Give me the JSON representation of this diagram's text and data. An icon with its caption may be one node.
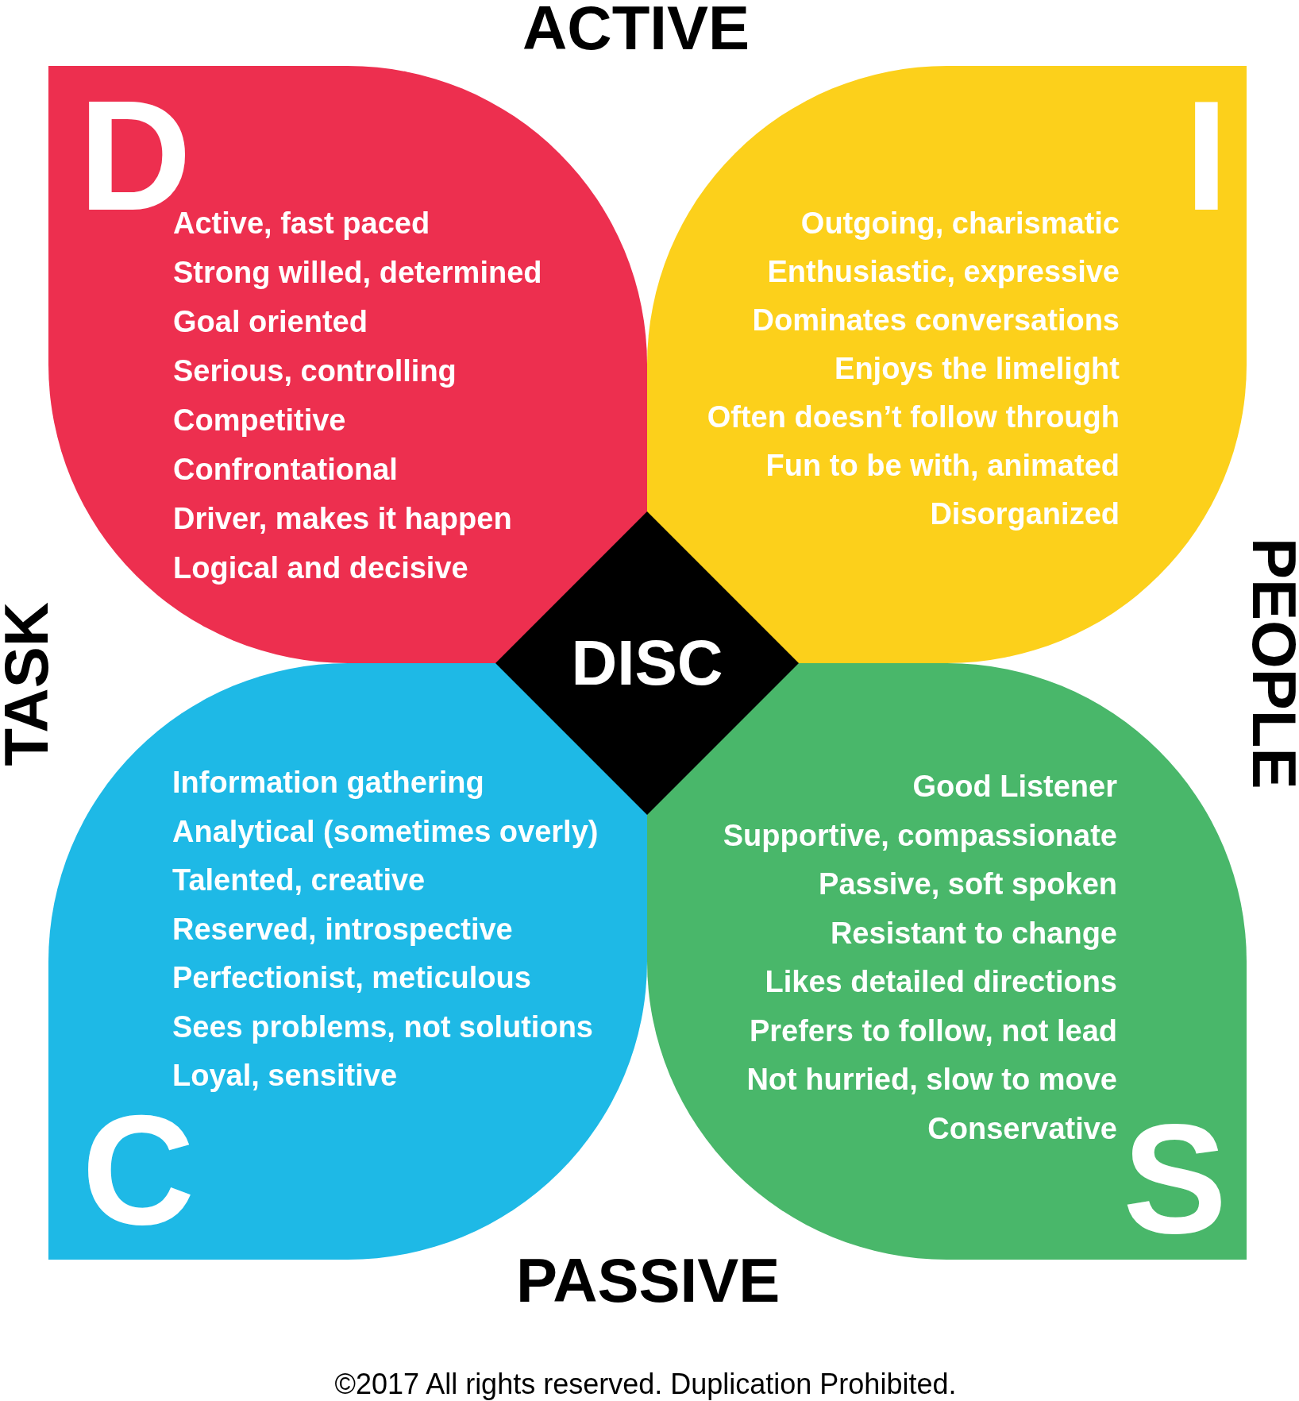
{
  "diagram": {
    "caption": "©2017 All rights reserved. Duplication Prohibited.",
    "nodes": [
      {
        "text": [
          "D",
          "Active, fast paced",
          "Strong willed, determined",
          "Goal oriented",
          "Serious, controlling",
          "Competitive",
          "Confrontational",
          "Driver, makes it happen",
          "Logical and decisive"
        ]
      },
      {
        "text": [
          "I",
          "Outgoing, charismatic",
          "Enthusiastic, expressive",
          "Dominates conversations",
          "Enjoys the limelight",
          "Often doesn’t follow through",
          "Fun to be with, animated",
          "Disorganized"
        ]
      },
      {
        "text": [
          "DISC"
        ]
      },
      {
        "text": [
          "C",
          "Information gathering",
          "Analytical (sometimes overly)",
          "Talented, creative",
          "Reserved, introspective",
          "Perfectionist, meticulous",
          "Sees problems, not solutions",
          "Loyal, sensitive"
        ]
      },
      {
        "text": [
          "S",
          "Good Listener",
          "Supportive, compassionate",
          "Passive, soft spoken",
          "Resistant to change",
          "Likes detailed directions",
          "Prefers to follow, not lead",
          "Not hurried, slow to move",
          "Conservative"
        ]
      }
    ],
    "labels": [
      "ACTIVE",
      "TASK",
      "PEOPLE",
      "PASSIVE"
    ]
  }
}
